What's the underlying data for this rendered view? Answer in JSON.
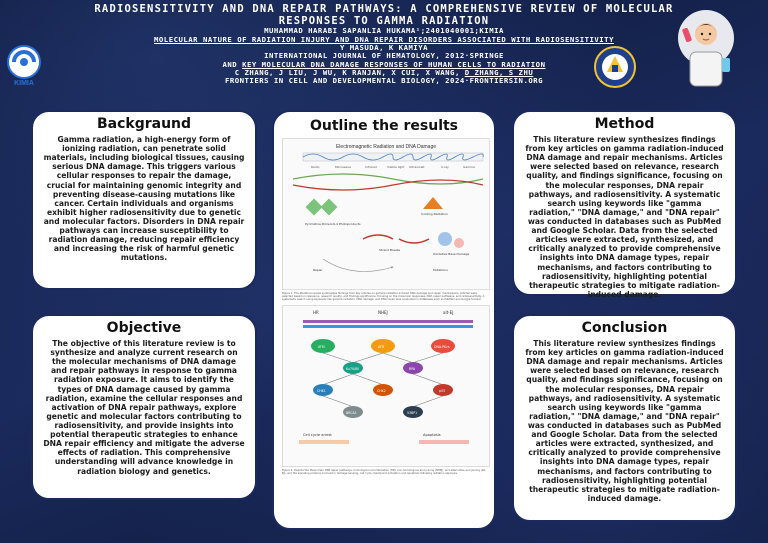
{
  "header": {
    "title_line1": "RADIOSENSITIVITY AND DNA REPAIR PATHWAYS: A COMPREHENSIVE REVIEW OF MOLECULAR",
    "title_line2": "RESPONSES TO GAMMA RADIATION",
    "author": "MUHAMMAD HARABI SAPANLIA HUKAMA¹;2401040001;KIMIA",
    "ref1_title": "MOLECULAR NATURE OF RADIATION INJURY AND DNA REPAIR DISORDERS ASSOCIATED WITH RADIOSENSITIVITY",
    "ref1_authors": "Y MASUDA, K KAMIYA",
    "ref1_journal": "INTERNATIONAL JOURNAL OF HEMATOLOGY, 2012·SPRINGE",
    "ref2_title_pre": "AND ",
    "ref2_title": "KEY MOLECULAR DNA DAMAGE RESPONSES OF HUMAN CELLS TO RADIATION",
    "ref2_authors_pre": "C ZHANG, J LIU, J WU, K RANJAN, X CUI, X WANG, ",
    "ref2_authors_u": "D ZHANG, S ZHU",
    "ref2_journal": "FRONTIERS IN CELL AND DEVELOPMENTAL BIOLOGY, 2024·FRONTIERSIN.ORG"
  },
  "logo_left": {
    "text": "KIMIA",
    "color": "#2a6fd6"
  },
  "background": {
    "heading": "Backgraund",
    "body": "Gamma radiation, a high-energy form of ionizing radiation, can penetrate solid materials, including biological tissues, causing serious DNA damage. This triggers various cellular responses to repair the damage, crucial for maintaining genomic integrity and preventing disease-causing mutations like cancer. Certain individuals and organisms exhibit higher radiosensitivity due to genetic and molecular factors. Disorders in DNA repair pathways can increase susceptibility to radiation damage, reducing repair efficiency and increasing the risk of harmful genetic mutations."
  },
  "objective": {
    "heading": "Objective",
    "body": "The objective of this literature review is to synthesize and analyze current research on the molecular mechanisms of DNA damage and repair pathways in response to gamma radiation exposure. It aims to identify the types of DNA damage caused by gamma radiation, examine the cellular responses and activation of DNA repair pathways, explore genetic and molecular factors contributing to radiosensitivity, and provide insights into potential therapeutic strategies to enhance DNA repair efficiency and mitigate the adverse effects of radiation. This comprehensive understanding will advance knowledge in radiation biology and genetics."
  },
  "outline": {
    "heading": "Outline the results",
    "fig1_title": "Electromagnetic Radiation and DNA Damage",
    "fig1_bands": [
      "Radio",
      "Microwave",
      "Infrared",
      "Visible light",
      "Ultraviolet",
      "X-ray",
      "Gamma"
    ],
    "fig1_labels": [
      "Pyrimidine Dimers",
      "6-4 Photoproducts",
      "Ionizing Radiation",
      "Strand Breaks",
      "Oxidative Base Damage",
      "Mutations",
      "Repair"
    ],
    "fig2_labels": [
      "HR",
      "NHEJ",
      "alt-EJ",
      "ATM",
      "ATR",
      "DNA-PKcs",
      "Ku70/80",
      "RPA",
      "CHK1",
      "CHK2",
      "p53",
      "BRCA1",
      "53BP1",
      "Cell cycle arrest",
      "Apoptosis"
    ],
    "caption1": "Figure 1. The literature review synthesizes findings from key articles on gamma radiation-induced DNA damage and repair mechanisms. Articles were selected based on relevance, research quality, and findings significance, focusing on the molecular responses, DNA repair pathways, and radiosensitivity. A systematic search using keywords like gamma radiation, DNA damage, and DNA repair was conducted in databases such as PubMed and Google Scholar.",
    "caption2": "Figure 2. Depicts the three main DSB repair pathways, homologous recombination (HR), non-homologous end joining (NHEJ), and alternative end joining (alt-EJ), and the signaling proteins involved in damage sensing, cell cycle checkpoint activation and apoptosis following radiation exposure."
  },
  "method": {
    "heading": "Method",
    "body": "This literature review synthesizes findings from key articles on gamma radiation-induced DNA damage and repair mechanisms. Articles were selected based on relevance, research quality, and findings significance, focusing on the molecular responses, DNA repair pathways, and radiosensitivity. A systematic search using keywords like \"gamma radiation,\" \"DNA damage,\" and \"DNA repair\" was conducted in databases such as PubMed and Google Scholar. Data from the selected articles were extracted, synthesized, and critically analyzed to provide comprehensive insights into DNA damage types, repair mechanisms, and factors contributing to radiosensitivity, highlighting potential therapeutic strategies to mitigate radiation-induced damage."
  },
  "conclusion": {
    "heading": "Conclusion",
    "body": "This literature review synthesizes findings from key articles on gamma radiation-induced DNA damage and repair mechanisms. Articles were selected based on relevance, research quality, and findings significance, focusing on the molecular responses, DNA repair pathways, and radiosensitivity. A systematic search using keywords like \"gamma radiation,\" \"DNA damage,\" and \"DNA repair\" was conducted in databases such as PubMed and Google Scholar. Data from the selected articles were extracted, synthesized, and critically analyzed to provide comprehensive insights into DNA damage types, repair mechanisms, and factors contributing to radiosensitivity, highlighting potential therapeutic strategies to mitigate radiation-induced damage."
  }
}
